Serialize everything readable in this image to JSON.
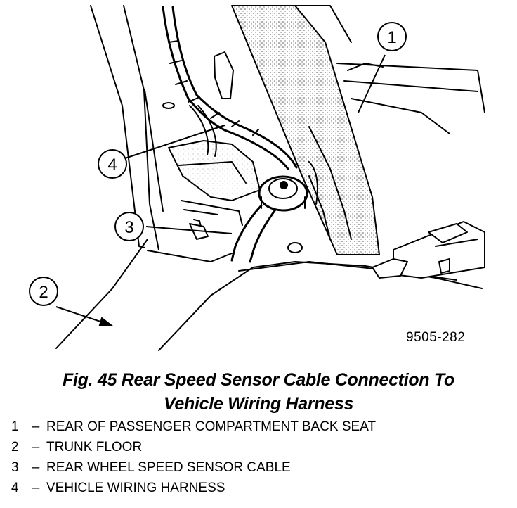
{
  "figure": {
    "code": "9505-282",
    "callouts": [
      {
        "number": "1"
      },
      {
        "number": "2"
      },
      {
        "number": "3"
      },
      {
        "number": "4"
      }
    ]
  },
  "caption": {
    "line1": "Fig. 45 Rear Speed Sensor Cable Connection To",
    "line2": "Vehicle Wiring Harness"
  },
  "legend": [
    {
      "num": "1",
      "dash": "–",
      "text": "REAR OF PASSENGER COMPARTMENT BACK SEAT"
    },
    {
      "num": "2",
      "dash": "–",
      "text": "TRUNK FLOOR"
    },
    {
      "num": "3",
      "dash": "–",
      "text": "REAR WHEEL SPEED SENSOR CABLE"
    },
    {
      "num": "4",
      "dash": "–",
      "text": "VEHICLE WIRING HARNESS"
    }
  ]
}
